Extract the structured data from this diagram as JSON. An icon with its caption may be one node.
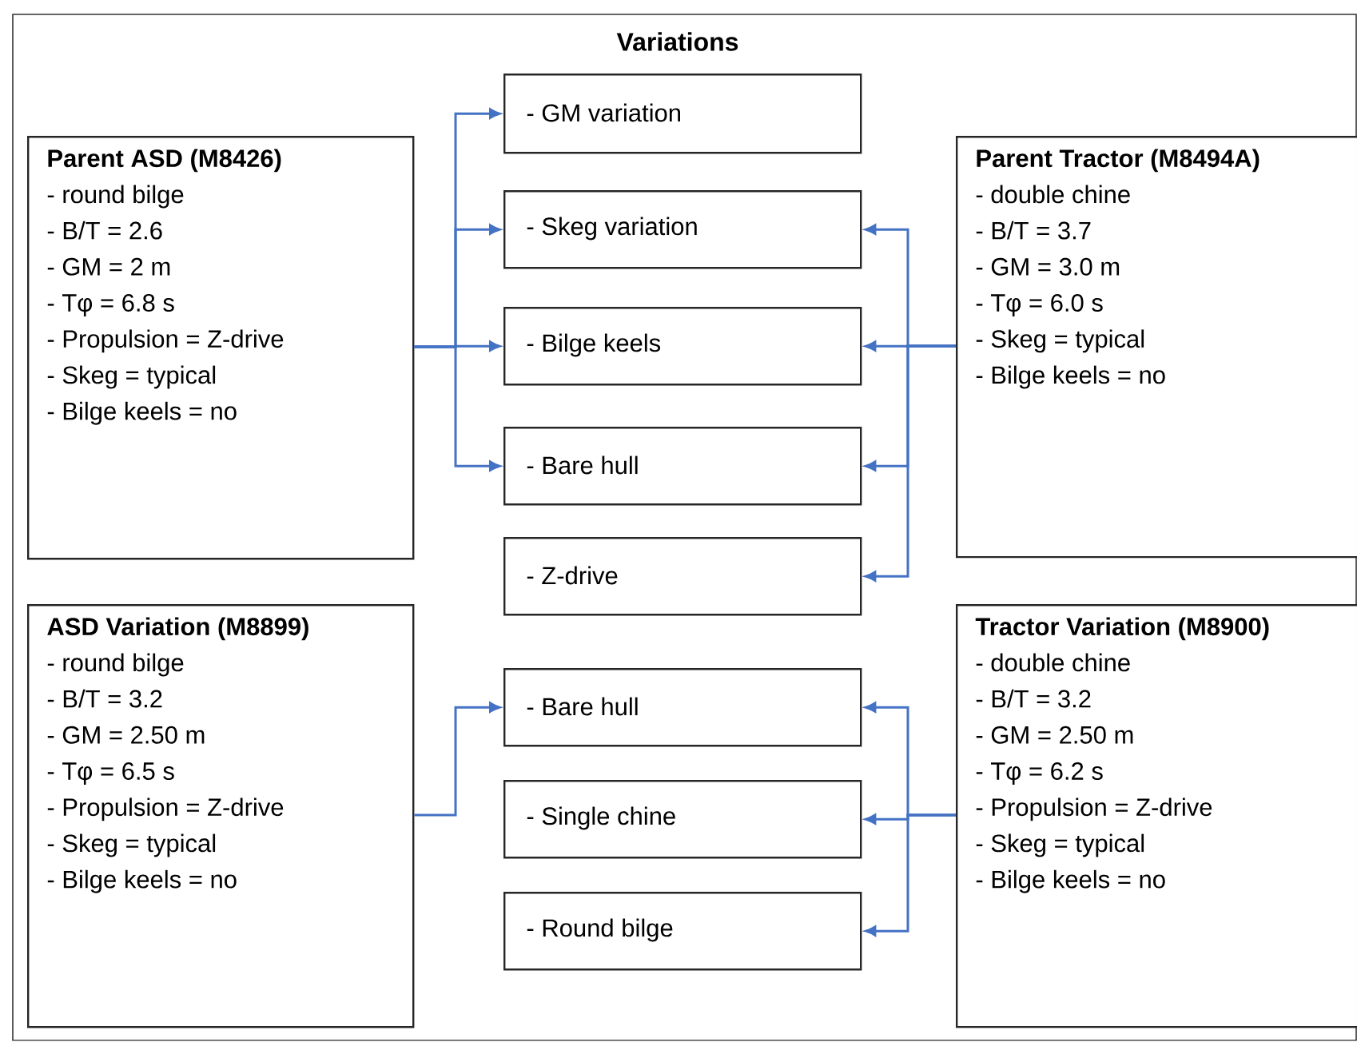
{
  "diagram": {
    "title": "Variations",
    "nodes": [
      {
        "text": [
          "Parent ASD (M8426)",
          "- round bilge",
          "- B/T = 2.6",
          "- GM = 2 m",
          "- Tφ = 6.8 s",
          "- Propulsion = Z-drive",
          "- Skeg = typical",
          "- Bilge keels = no"
        ]
      },
      {
        "text": [
          "Parent Tractor (M8494A)",
          "- double chine",
          "- B/T = 3.7",
          "- GM = 3.0 m",
          "- Tφ = 6.0 s",
          "- Skeg = typical",
          "- Bilge keels = no"
        ]
      },
      {
        "text": [
          "ASD Variation (M8899)",
          "- round bilge",
          "- B/T = 3.2",
          "- GM = 2.50 m",
          "- Tφ = 6.5 s",
          "- Propulsion = Z-drive",
          "- Skeg = typical",
          "- Bilge keels = no"
        ]
      },
      {
        "text": [
          "Tractor Variation (M8900)",
          "- double chine",
          "- B/T = 3.2",
          "- GM = 2.50 m",
          "- Tφ = 6.2 s",
          "- Propulsion = Z-drive",
          "- Skeg = typical",
          "- Bilge keels = no"
        ]
      },
      {
        "text": [
          "- GM variation"
        ]
      },
      {
        "text": [
          "- Skeg variation"
        ]
      },
      {
        "text": [
          "- Bilge keels"
        ]
      },
      {
        "text": [
          "- Bare hull"
        ]
      },
      {
        "text": [
          "- Z-drive"
        ]
      },
      {
        "text": [
          "- Bare hull"
        ]
      },
      {
        "text": [
          "- Single chine"
        ]
      },
      {
        "text": [
          "- Round bilge"
        ]
      }
    ],
    "edges": [
      {
        "from": 0,
        "to": 4,
        "arrow": "to"
      },
      {
        "from": 0,
        "to": 5,
        "arrow": "to"
      },
      {
        "from": 0,
        "to": 6,
        "arrow": "to"
      },
      {
        "from": 0,
        "to": 7,
        "arrow": "to"
      },
      {
        "from": 1,
        "to": 5,
        "arrow": "to"
      },
      {
        "from": 1,
        "to": 6,
        "arrow": "to"
      },
      {
        "from": 1,
        "to": 7,
        "arrow": "to"
      },
      {
        "from": 1,
        "to": 8,
        "arrow": "to"
      },
      {
        "from": 2,
        "to": 9,
        "arrow": "to"
      },
      {
        "from": 3,
        "to": 9,
        "arrow": "to"
      },
      {
        "from": 3,
        "to": 10,
        "arrow": "to"
      },
      {
        "from": 3,
        "to": 11,
        "arrow": "to"
      }
    ]
  }
}
